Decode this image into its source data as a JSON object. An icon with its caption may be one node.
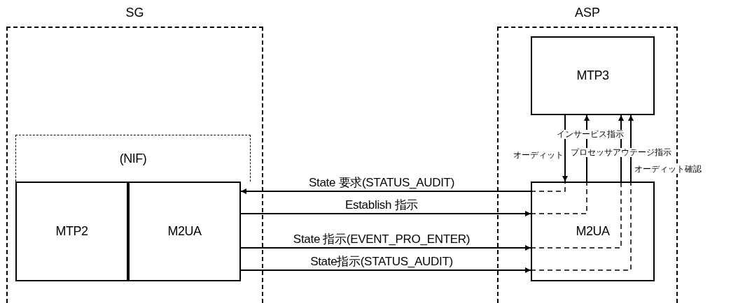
{
  "diagram": {
    "nodes": [
      {
        "text": [
          "SG"
        ]
      },
      {
        "text": [
          "(NIF)"
        ],
        "in": 0
      },
      {
        "text": [
          "MTP2"
        ],
        "in": 0
      },
      {
        "text": [
          "M2UA"
        ],
        "in": 0
      },
      {
        "text": [
          "ASP"
        ]
      },
      {
        "text": [
          "MTP3"
        ],
        "in": 4
      },
      {
        "text": [
          "M2UA"
        ],
        "in": 4
      }
    ],
    "edges": [
      {
        "from": 6,
        "to": 3,
        "arrow": "to",
        "label": "State 要求(STATUS_AUDIT)"
      },
      {
        "from": 3,
        "to": 6,
        "arrow": "to",
        "label": "Establish 指示"
      },
      {
        "from": 3,
        "to": 6,
        "arrow": "to",
        "label": "State 指示(EVENT_PRO_ENTER)"
      },
      {
        "from": 3,
        "to": 6,
        "arrow": "to",
        "label": "State指示(STATUS_AUDIT)"
      },
      {
        "from": 5,
        "to": 6,
        "arrow": "to",
        "label": "オーディット"
      },
      {
        "from": 6,
        "to": 5,
        "arrow": "to",
        "label": "インサービス指示"
      },
      {
        "from": 6,
        "to": 5,
        "arrow": "to",
        "label": "プロセッサアウテージ指示"
      },
      {
        "from": 6,
        "to": 5,
        "arrow": "to",
        "label": "オーディット確認"
      }
    ]
  }
}
